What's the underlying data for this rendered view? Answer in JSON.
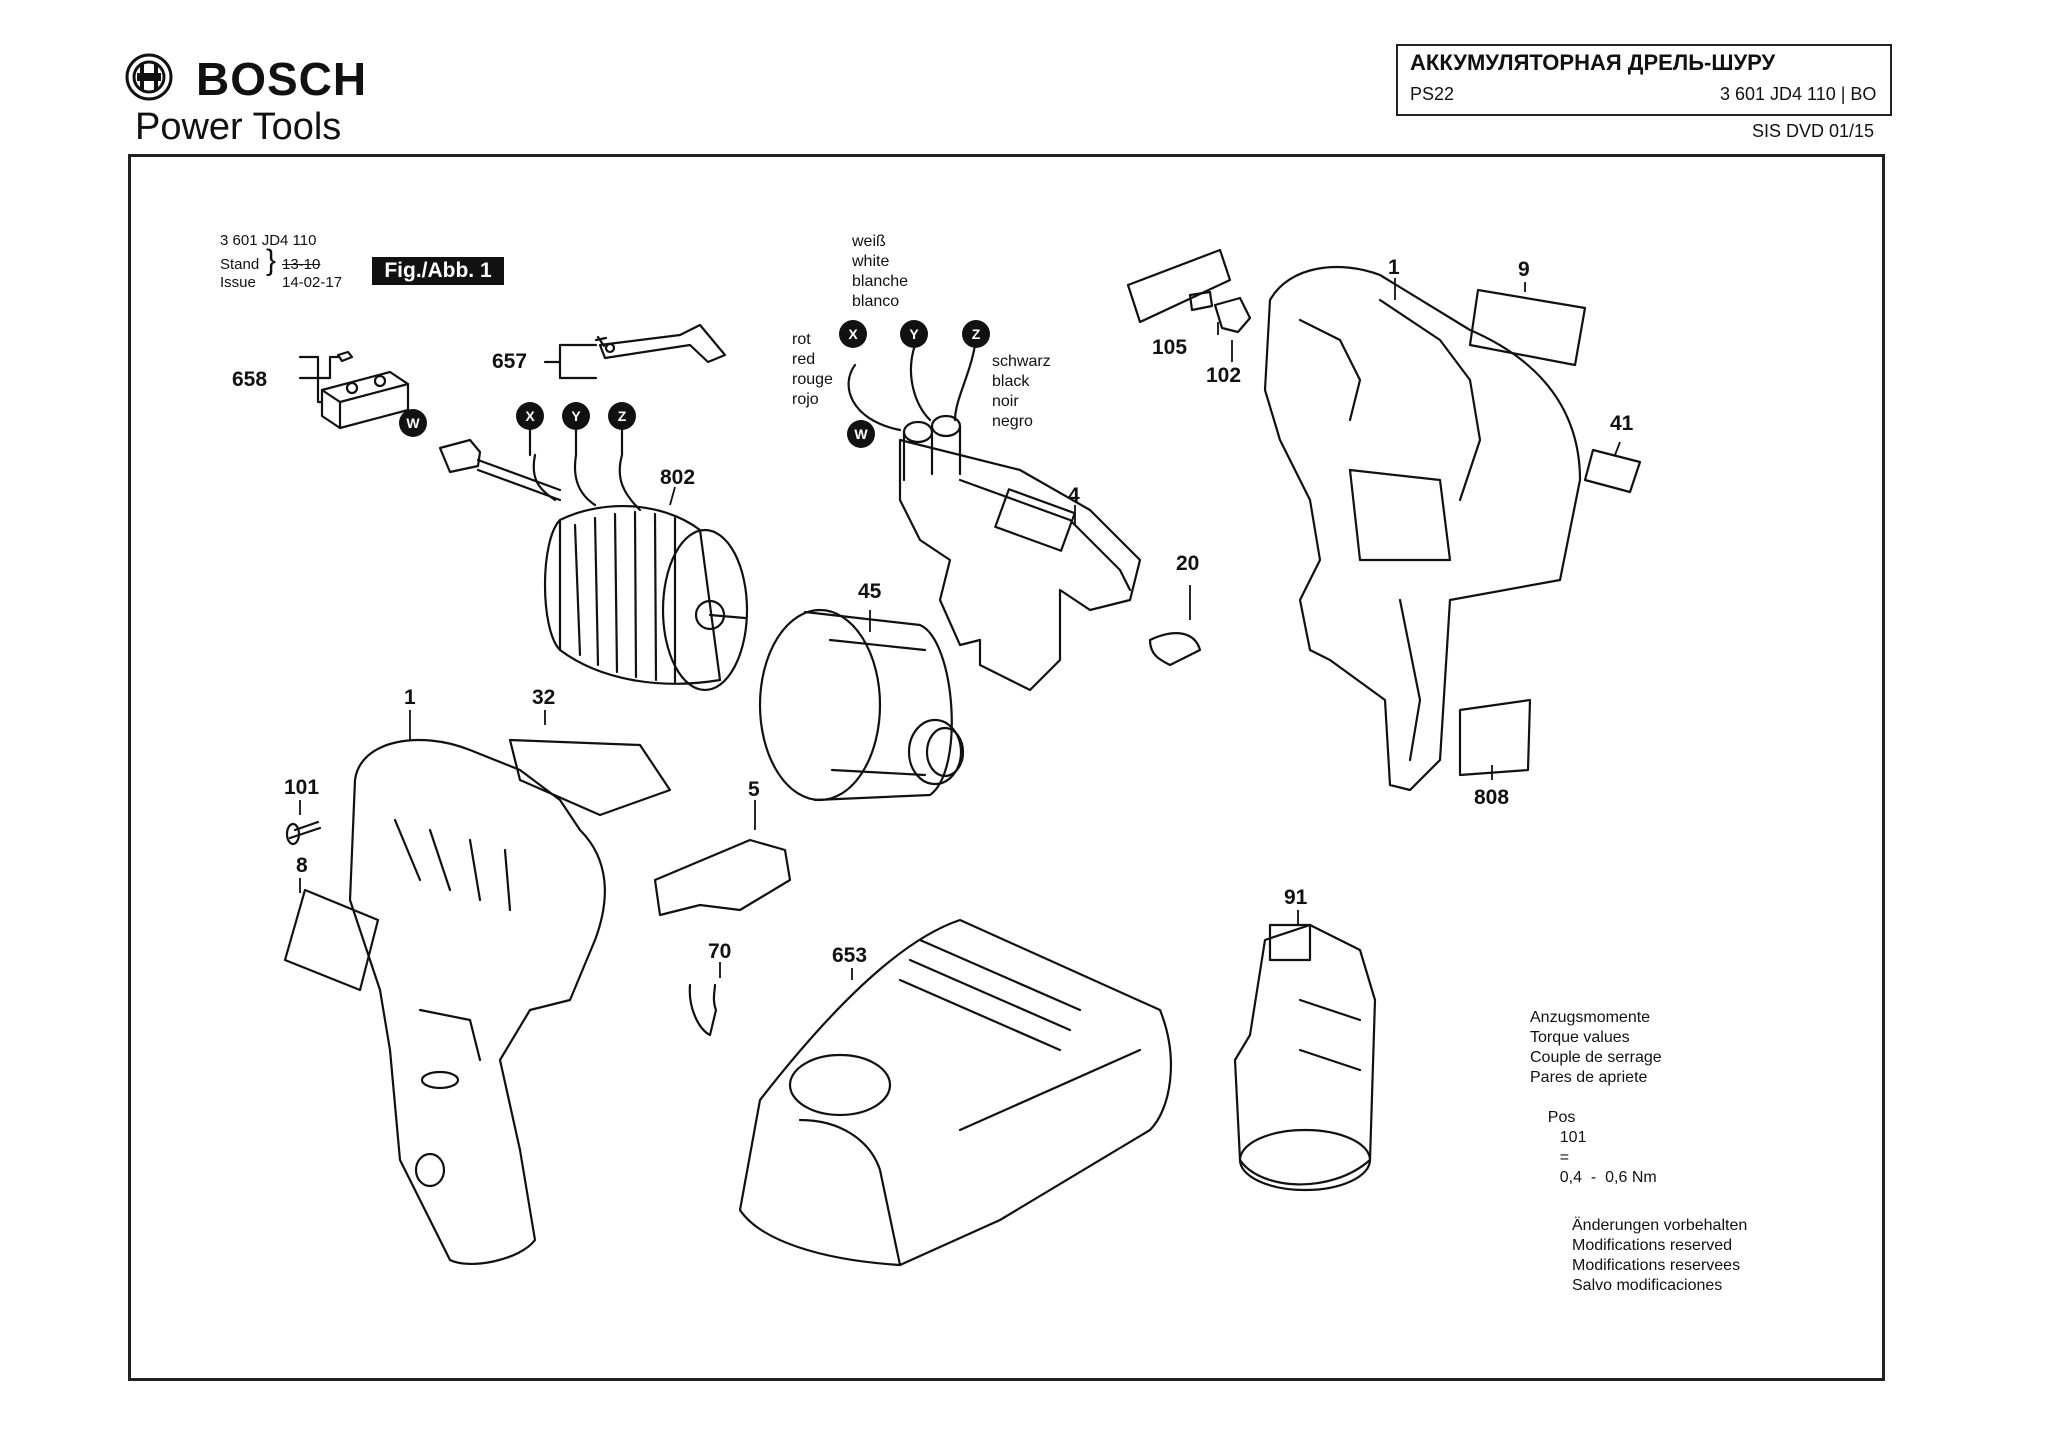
{
  "header": {
    "brand_name": "BOSCH",
    "brand_sub": "Power Tools",
    "doc_title": "АККУМУЛЯТОРНАЯ ДРЕЛЬ-ШУРУ",
    "model": "PS22",
    "part_number": "3 601 JD4 110 | BO",
    "dvd": "SIS DVD 01/15"
  },
  "stand_block": {
    "code": "3 601 JD4 110",
    "stand_label": "Stand",
    "issue_label": "Issue",
    "stand_value": "13-10",
    "issue_value": "14-02-17",
    "figure": "Fig./Abb. 1"
  },
  "wires": {
    "white": [
      "weiß",
      "white",
      "blanche",
      "blanco"
    ],
    "red": [
      "rot",
      "red",
      "rouge",
      "rojo"
    ],
    "black": [
      "schwarz",
      "black",
      "noir",
      "negro"
    ]
  },
  "circle_labels": {
    "w": "W",
    "x": "X",
    "y": "Y",
    "z": "Z"
  },
  "callouts": {
    "c658": "658",
    "c657": "657",
    "c802": "802",
    "c4": "4",
    "c45": "45",
    "c20": "20",
    "c105": "105",
    "c102": "102",
    "c1_top": "1",
    "c9": "9",
    "c41": "41",
    "c808": "808",
    "c1_bottom": "1",
    "c32": "32",
    "c101": "101",
    "c8": "8",
    "c5": "5",
    "c70": "70",
    "c653": "653",
    "c91": "91"
  },
  "torque": {
    "lines": [
      "Anzugsmomente",
      "Torque values",
      "Couple de serrage",
      "Pares de apriete"
    ],
    "pos_label": "Pos",
    "pos_value": "101",
    "equals": "=",
    "range": "0,4  -  0,6 Nm"
  },
  "modifications": [
    "Änderungen vorbehalten",
    "Modifications reserved",
    "Modifications reservees",
    "Salvo modificaciones"
  ]
}
